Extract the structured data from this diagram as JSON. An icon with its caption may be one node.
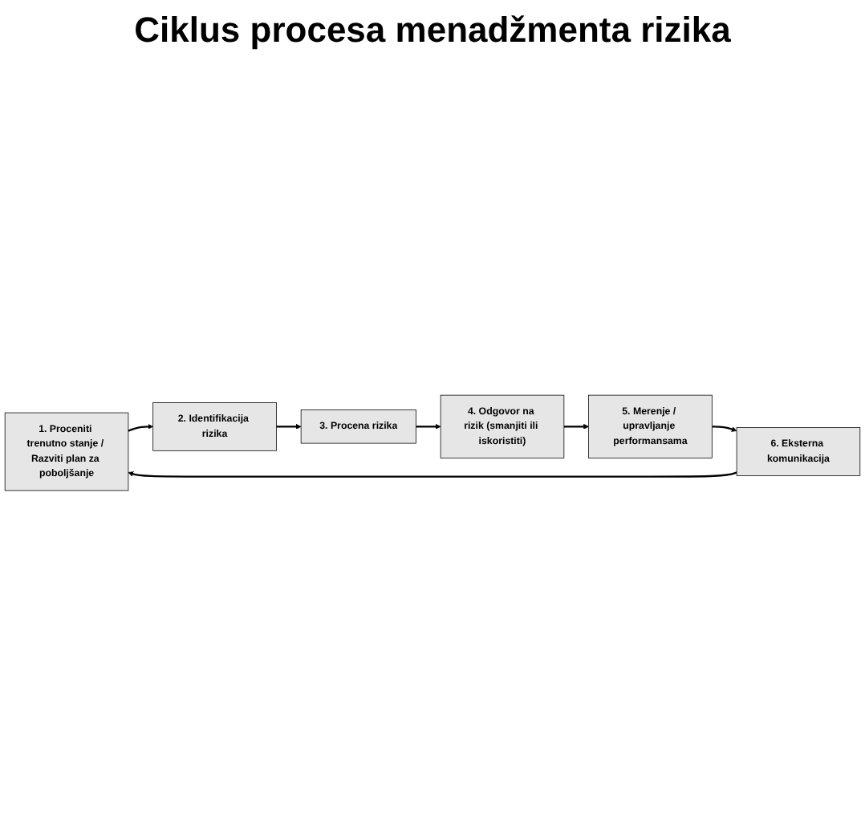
{
  "diagram": {
    "title": "Ciklus procesa menadžmenta rizika",
    "nodes": [
      {
        "text": [
          "1. Proceniti trenutno stanje / Razviti plan za poboljšanje"
        ]
      },
      {
        "text": [
          "2. Identifikacija rizika"
        ]
      },
      {
        "text": [
          "3. Procena rizika"
        ]
      },
      {
        "text": [
          "4. Odgovor na rizik (smanjiti ili iskoristiti)"
        ]
      },
      {
        "text": [
          "5. Merenje / upravljanje performansama"
        ]
      },
      {
        "text": [
          "6. Eksterna komunikacija"
        ]
      }
    ],
    "edges": [
      {
        "from": 0,
        "to": 1,
        "arrow": "to"
      },
      {
        "from": 1,
        "to": 2,
        "arrow": "to"
      },
      {
        "from": 2,
        "to": 3,
        "arrow": "to"
      },
      {
        "from": 3,
        "to": 4,
        "arrow": "to"
      },
      {
        "from": 4,
        "to": 5,
        "arrow": "to"
      },
      {
        "from": 5,
        "to": 0,
        "arrow": "to"
      }
    ]
  }
}
